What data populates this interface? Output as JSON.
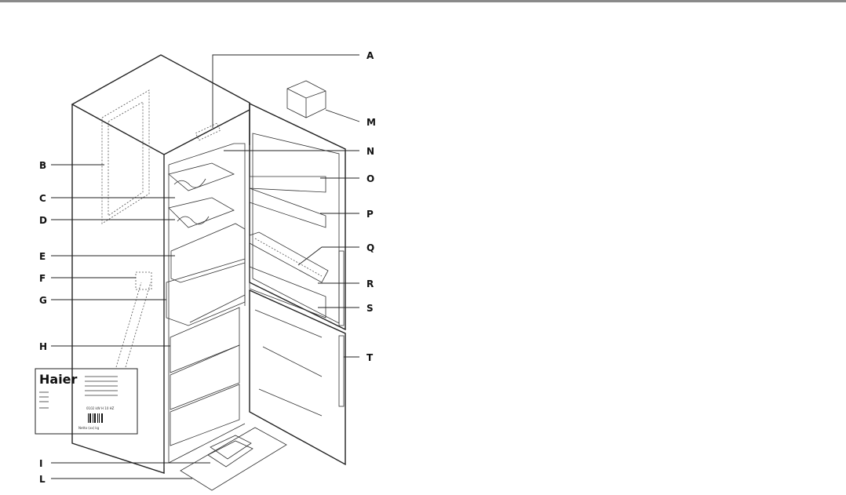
{
  "labels": {
    "A": "A",
    "B": "B",
    "C": "C",
    "D": "D",
    "E": "E",
    "F": "F",
    "G": "G",
    "H": "H",
    "I": "I",
    "L": "L",
    "M": "M",
    "N": "N",
    "O": "O",
    "P": "P",
    "Q": "Q",
    "R": "R",
    "S": "S",
    "T": "T"
  },
  "rating_plate": {
    "brand": "Haier",
    "net_weight": "Netto  (xx) kg",
    "model_code": "0102 kW   H  10   HZ"
  }
}
